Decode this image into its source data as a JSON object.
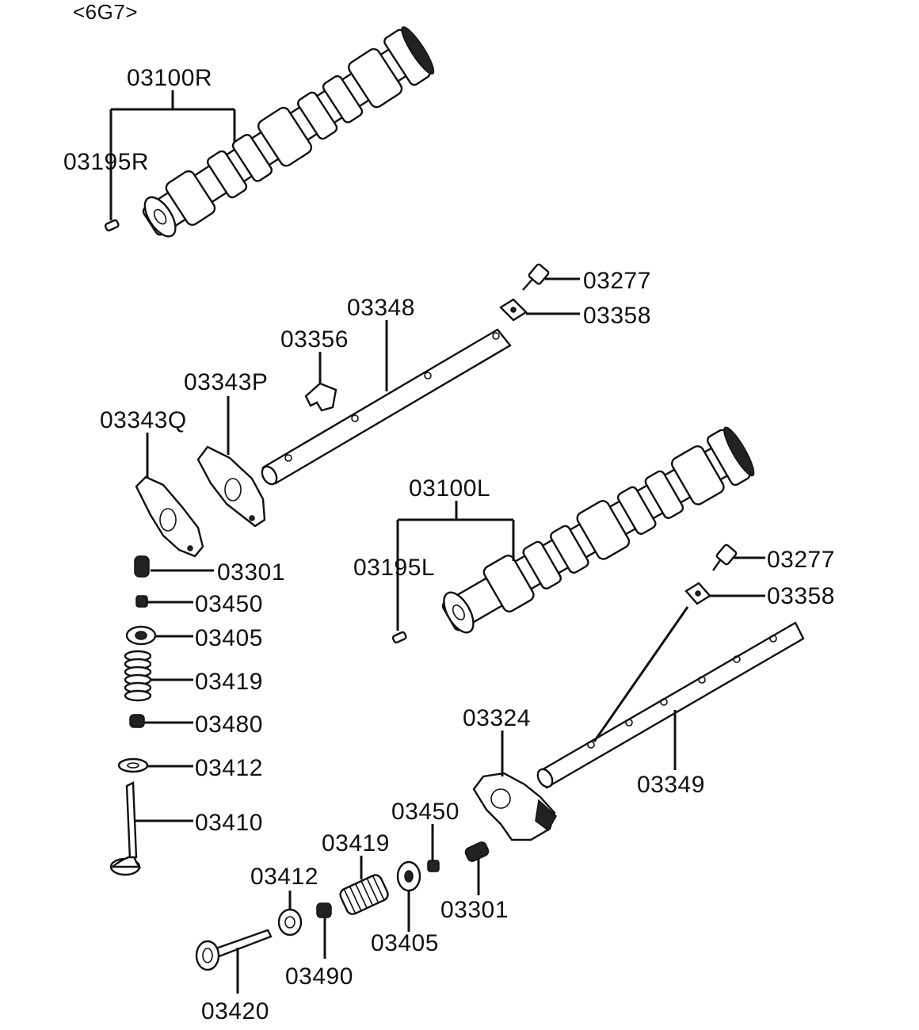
{
  "diagram": {
    "engine_code": "<6G7>",
    "labels": {
      "camshaft_right": "03100R",
      "pin_right": "03195R",
      "bolt_right": "03277",
      "washer_right": "03358",
      "shaft_exhaust": "03348",
      "clip": "03356",
      "rocker_arm_p": "03343P",
      "rocker_arm_q": "03343Q",
      "camshaft_left": "03100L",
      "pin_left": "03195L",
      "bolt_left": "03277",
      "washer_left": "03358",
      "adjuster_left": "03301",
      "nut_left": "03450",
      "retainer_left": "03405",
      "spring_left": "03419",
      "seal_left": "03480",
      "seat_left": "03412",
      "valve_left": "03410",
      "rocker_arm": "03324",
      "shaft_intake": "03349",
      "nut_bottom": "03450",
      "spring_bottom": "03419",
      "seat_bottom": "03412",
      "retainer_bottom": "03405",
      "adjuster_bottom": "03301",
      "valve_bottom": "03420",
      "seal_bottom": "03490"
    }
  }
}
